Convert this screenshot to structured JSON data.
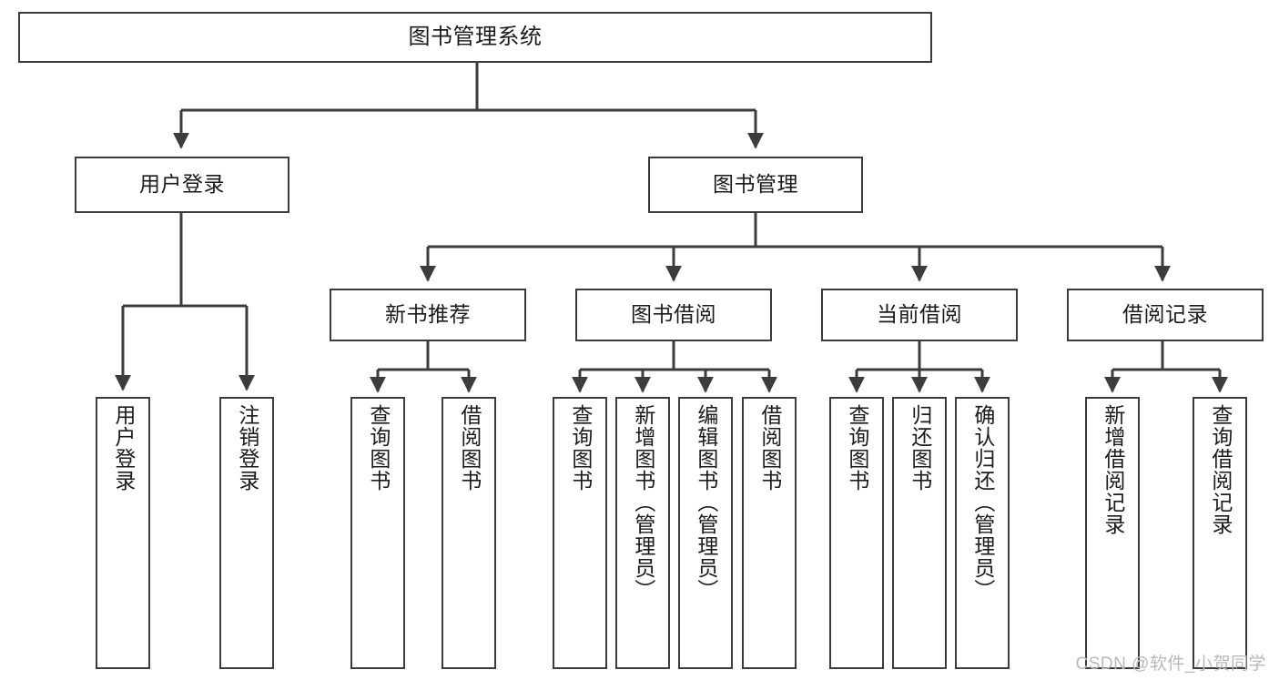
{
  "diagram": {
    "title": "图书管理系统",
    "watermark": "CSDN @软件_小贺同学",
    "stroke_color": "#3c3c3c",
    "text_color": "#1b1b1b",
    "background": "#ffffff",
    "nodes": {
      "root": {
        "label": "图书管理系统"
      },
      "level2": [
        {
          "id": "user-login",
          "label": "用户登录"
        },
        {
          "id": "book-manage",
          "label": "图书管理"
        }
      ],
      "level3": [
        {
          "id": "new-book-recommend",
          "label": "新书推荐"
        },
        {
          "id": "book-borrow",
          "label": "图书借阅"
        },
        {
          "id": "current-borrow",
          "label": "当前借阅"
        },
        {
          "id": "borrow-record",
          "label": "借阅记录"
        }
      ],
      "leaves": {
        "user_login": [
          {
            "id": "leaf-user-login",
            "label": "用户登录"
          },
          {
            "id": "leaf-logout-login",
            "label": "注销登录"
          }
        ],
        "new_book_recommend": [
          {
            "id": "leaf-query-book-1",
            "label": "查询图书"
          },
          {
            "id": "leaf-borrow-book-1",
            "label": "借阅图书"
          }
        ],
        "book_borrow": [
          {
            "id": "leaf-query-book-2",
            "label": "查询图书"
          },
          {
            "id": "leaf-add-book",
            "label": "新增图书（管理员）"
          },
          {
            "id": "leaf-edit-book",
            "label": "编辑图书（管理员）"
          },
          {
            "id": "leaf-borrow-book-2",
            "label": "借阅图书"
          }
        ],
        "current_borrow": [
          {
            "id": "leaf-query-book-3",
            "label": "查询图书"
          },
          {
            "id": "leaf-return-book",
            "label": "归还图书"
          },
          {
            "id": "leaf-confirm-return",
            "label": "确认归还（管理员）"
          }
        ],
        "borrow_record": [
          {
            "id": "leaf-add-record",
            "label": "新增借阅记录"
          },
          {
            "id": "leaf-query-record",
            "label": "查询借阅记录"
          }
        ]
      }
    }
  }
}
